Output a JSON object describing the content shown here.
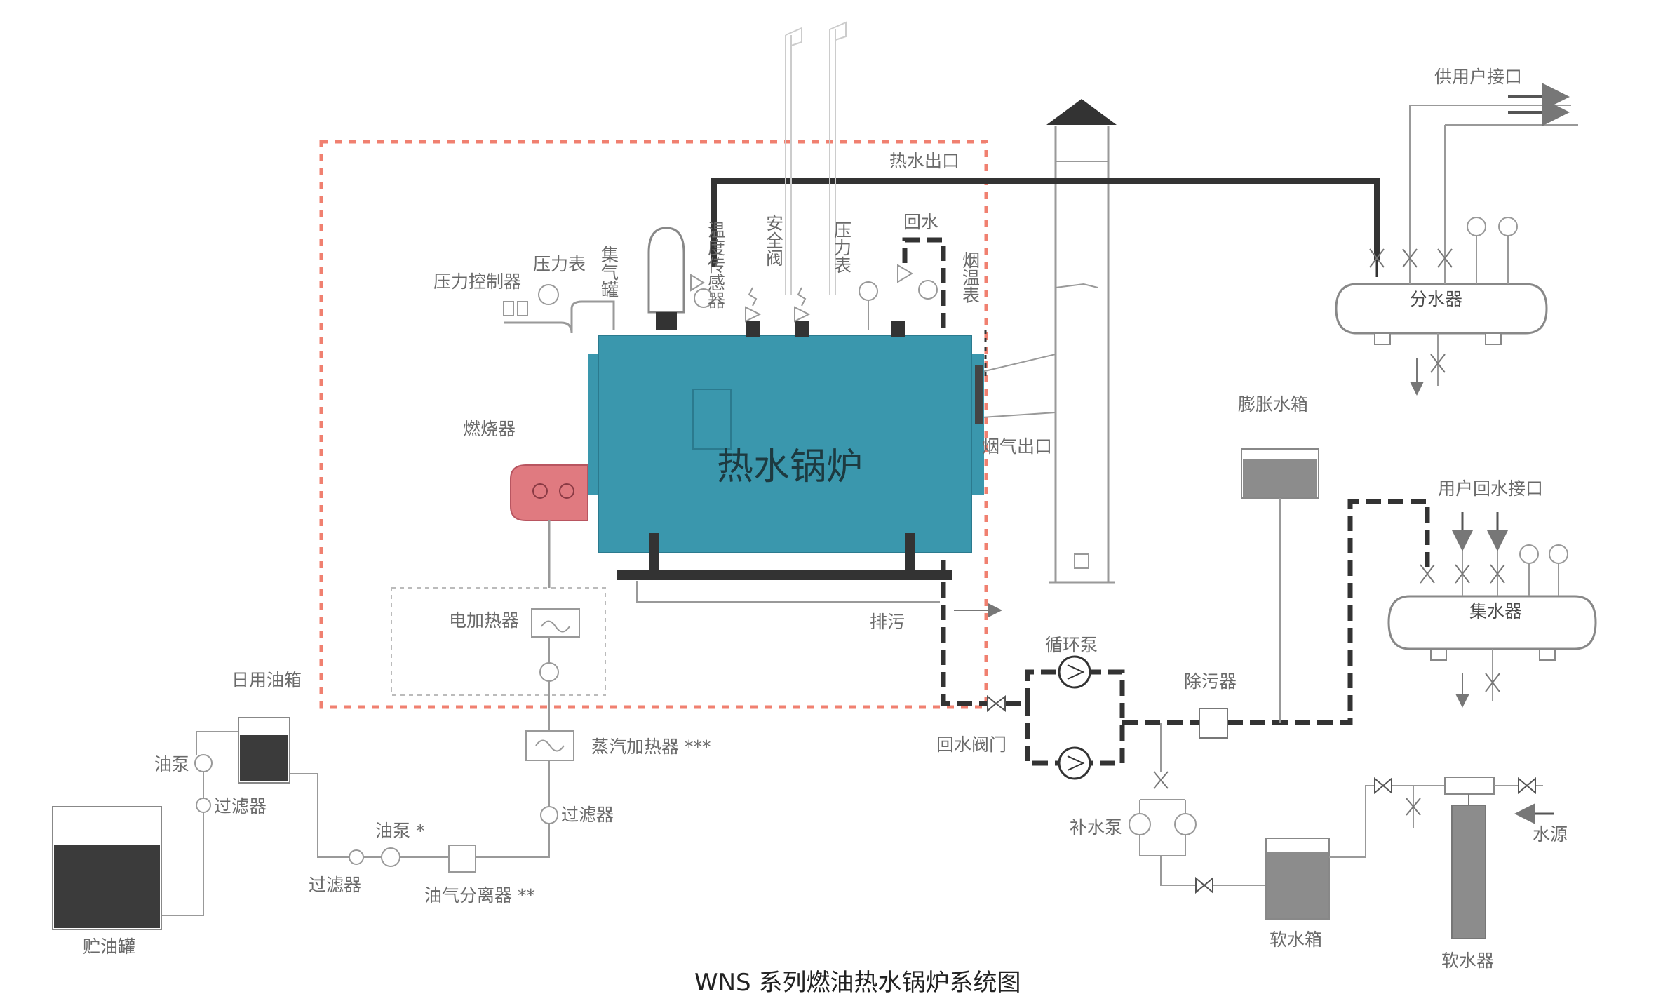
{
  "caption": "WNS 系列燃油热水锅炉系统图",
  "boiler": {
    "label": "热水锅炉",
    "color": "#3a97ad"
  },
  "burner": {
    "label": "燃烧器",
    "color": "#e07a80"
  },
  "labels": {
    "hot_water_outlet": "热水出口",
    "pressure_controller": "压力控制器",
    "pressure_gauge_left": "压力表",
    "gas_collector": "集气罐",
    "temp_sensor": "温度传感器",
    "safety_valve": "安全阀",
    "pressure_gauge_right": "压力表",
    "return_water": "回水",
    "flue_thermometer": "烟温表",
    "flue_outlet": "烟气出口",
    "blowdown": "排污",
    "electric_heater": "电加热器",
    "daily_oil_tank": "日用油箱",
    "oil_pump_left": "油泵",
    "filter_left": "过滤器",
    "storage_tank": "贮油罐",
    "filter_bottom": "过滤器",
    "oil_pump_mid": "油泵 *",
    "oil_gas_separator": "油气分离器 **",
    "filter_right": "过滤器",
    "steam_heater": "蒸汽加热器 ***",
    "return_valve": "回水阀门",
    "circulation_pump": "循环泵",
    "desilter": "除污器",
    "expansion_tank": "膨胀水箱",
    "makeup_pump": "补水泵",
    "soft_water_tank": "软水箱",
    "softener": "软水器",
    "water_source": "水源",
    "supply_interface": "供用户接口",
    "water_distributor": "分水器",
    "return_interface": "用户回水接口",
    "water_collector": "集水器"
  },
  "colors": {
    "frame": "#f08070",
    "pipe": "#333333",
    "thin": "#9a9a9a",
    "tank_fill": "#3b3b3b",
    "tank_grey": "#8c8c8c"
  }
}
